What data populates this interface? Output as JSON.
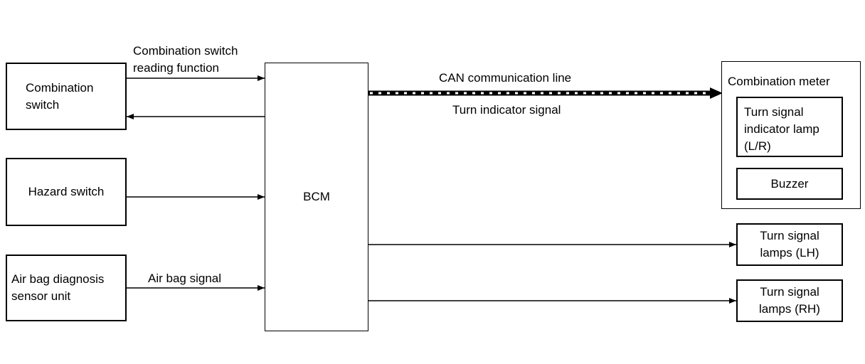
{
  "blocks": {
    "combination_switch": "Combination\nswitch",
    "hazard_switch": "Hazard switch",
    "airbag_unit": "Air bag diagnosis\nsensor unit",
    "bcm": "BCM",
    "combination_meter": "Combination meter",
    "turn_indicator_lamp": "Turn signal\nindicator lamp\n(L/R)",
    "buzzer": "Buzzer",
    "turn_lamps_lh": "Turn signal\nlamps (LH)",
    "turn_lamps_rh": "Turn signal\nlamps (RH)"
  },
  "signals": {
    "combination_switch_reading": "Combination switch\nreading function",
    "airbag_signal": "Air bag signal",
    "can_line": "CAN communication line",
    "turn_indicator_signal": "Turn indicator signal"
  }
}
